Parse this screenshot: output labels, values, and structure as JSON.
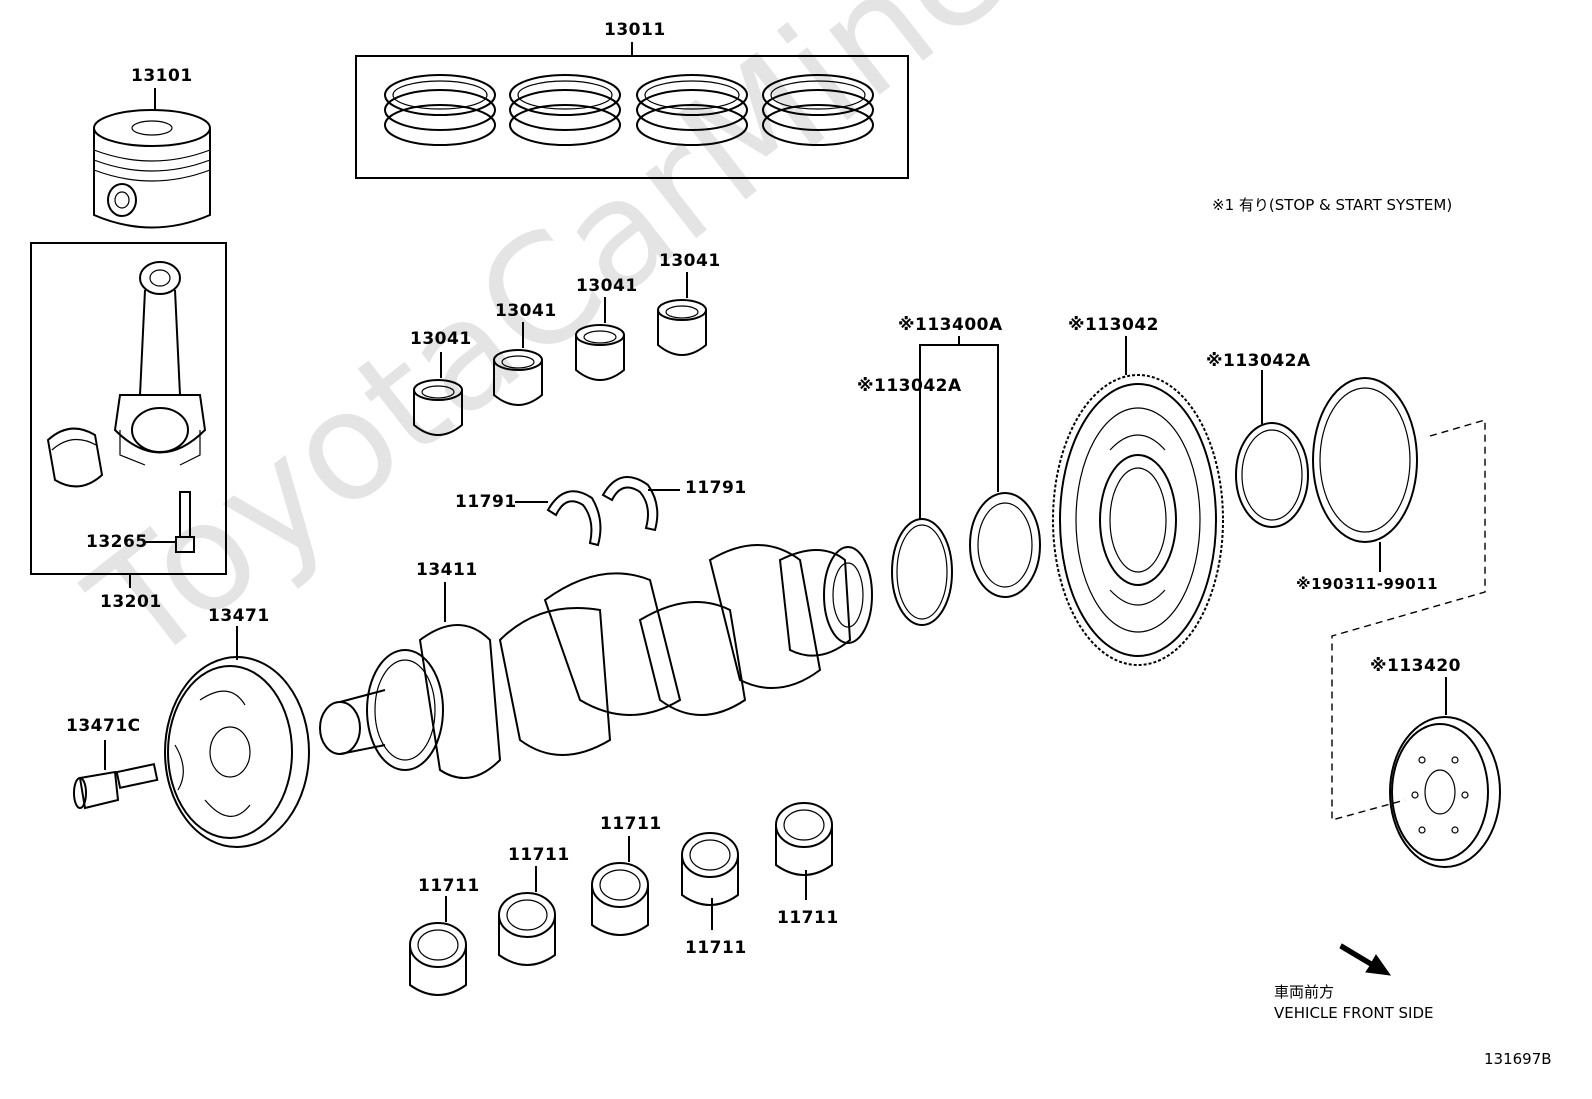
{
  "watermark": "ToyotaCarMine.ru",
  "notes": {
    "option": "※1 有り(STOP & START SYSTEM)",
    "front_jp": "車両前方",
    "front_en": "VEHICLE FRONT SIDE",
    "diagram_id": "131697B"
  },
  "parts": {
    "piston_rings": "13011",
    "piston": "13101",
    "conrod_assy": "13201",
    "conrod_bolt": "13265",
    "conrod_bearing_1": "13041",
    "conrod_bearing_2": "13041",
    "conrod_bearing_3": "13041",
    "conrod_bearing_4": "13041",
    "thrust_washer_left": "11791",
    "thrust_washer_right": "11791",
    "crankshaft": "13411",
    "pulley": "13471",
    "pulley_bolt": "13471C",
    "main_bearing_1": "11711",
    "main_bearing_2": "11711",
    "main_bearing_3": "11711",
    "main_bearing_4": "11711",
    "main_bearing_5": "11711",
    "ring_set": "※113400A",
    "ring_left": "※113042A",
    "ring_right": "※113042A",
    "ring_gear": "※113042",
    "oil_seal": "※190311-99011",
    "damper": "※113420"
  }
}
